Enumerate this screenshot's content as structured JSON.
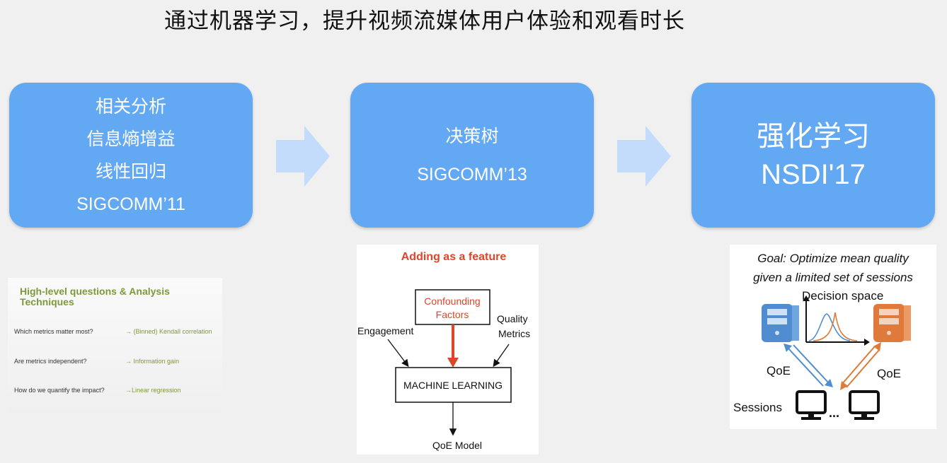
{
  "title": "通过机器学习，提升视频流媒体用户体验和观看时长",
  "stages": [
    {
      "lines": [
        "相关分析",
        "信息熵增益",
        "线性回归",
        "SIGCOMM’11"
      ]
    },
    {
      "lines": [
        "决策树",
        "SIGCOMM’13"
      ]
    },
    {
      "lines": [
        "强化学习",
        "NSDI'17"
      ]
    }
  ],
  "colors": {
    "box": "#63a8f3",
    "arrow": "#c3dcfb",
    "accent_red": "#e0452a",
    "accent_green": "#7d9a3a",
    "accent_orange": "#e07a3a"
  },
  "thumb1": {
    "heading": "High-level questions & Analysis Techniques",
    "rows": [
      {
        "q": "Which metrics matter most?",
        "a": "→ (Binned) Kendall correlation"
      },
      {
        "q": "Are metrics independent?",
        "a": "→ Information gain"
      },
      {
        "q": "How do we quantify the impact?",
        "a": "→Linear regression"
      }
    ]
  },
  "thumb2": {
    "title": "Adding as a feature",
    "confounding_1": "Confounding",
    "confounding_2": "Factors",
    "engagement": "Engagement",
    "quality_1": "Quality",
    "quality_2": "Metrics",
    "ml": "MACHINE LEARNING",
    "output": "QoE Model"
  },
  "thumb3": {
    "goal_1": "Goal: Optimize mean quality",
    "goal_2": "given a limited set of sessions",
    "decision_space": "Decision space",
    "qoe_left": "QoE",
    "qoe_right": "QoE",
    "sessions": "Sessions",
    "ellipsis": "..."
  }
}
